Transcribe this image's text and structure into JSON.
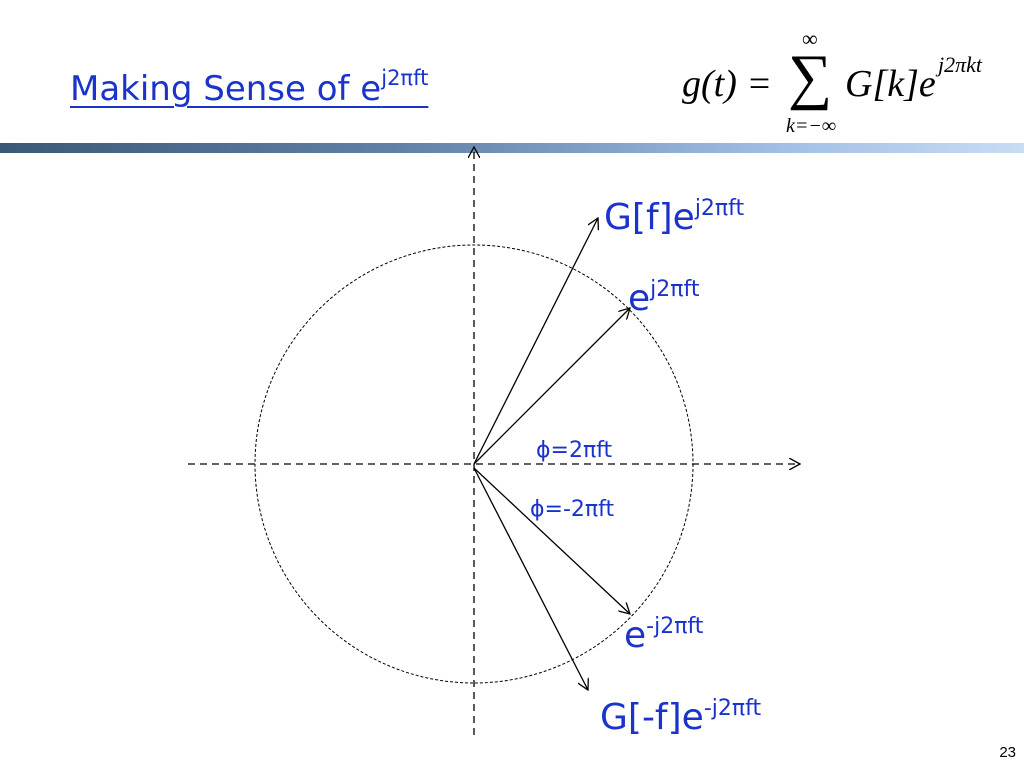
{
  "slide": {
    "title_main": "Making Sense of e",
    "title_sup": "j2πft",
    "page_number": "23"
  },
  "formula": {
    "lhs": "g(t) =",
    "sigma": "∑",
    "upper_limit": "∞",
    "lower_limit": "k=−∞",
    "term": "G[k]e",
    "exponent": "j2πkt"
  },
  "labels": {
    "g_pos": {
      "base": "G[f]e",
      "sup": "j2πft"
    },
    "e_pos": {
      "base": "e",
      "sup": "j2πft"
    },
    "phi_pos": "ϕ=2πft",
    "phi_neg": "ϕ=-2πft",
    "e_neg": {
      "base": "e",
      "sup": "-j2πft"
    },
    "g_neg": {
      "base": "G[-f]e",
      "sup": "-j2πft"
    }
  },
  "colors": {
    "accent_blue": "#1a33cc",
    "line_black": "#000000"
  }
}
